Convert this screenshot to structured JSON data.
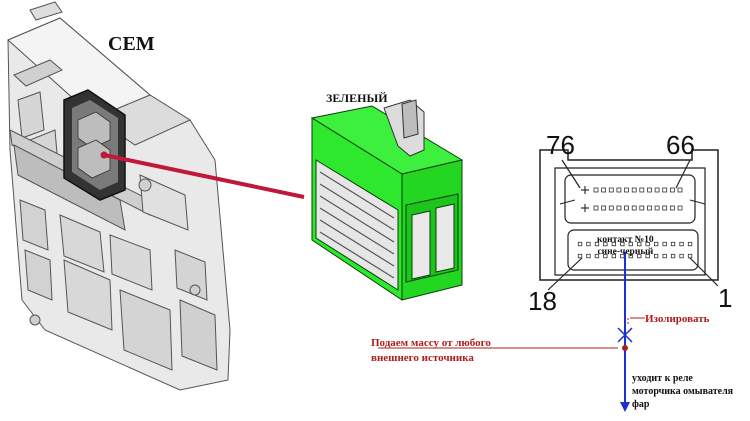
{
  "titles": {
    "cem": "CEM",
    "green": "ЗЕЛЕНЫЙ"
  },
  "pins": {
    "p76": "76",
    "p66": "66",
    "p18": "18",
    "p1": "1"
  },
  "annotations": {
    "contact_line1": "контакт №10",
    "contact_line2": "сине-черный",
    "isolate": "Изолировать",
    "ground_line1": "Подаем массу от любого",
    "ground_line2": "внешнего источника",
    "relay_line1": "уходит к реле",
    "relay_line2": "моторчика омывателя",
    "relay_line3": "фар"
  },
  "colors": {
    "connector_green": "#2ee82e",
    "leader_red": "#c0183a",
    "wire_blue": "#1a2fd6",
    "note_red": "#b01c1c"
  }
}
